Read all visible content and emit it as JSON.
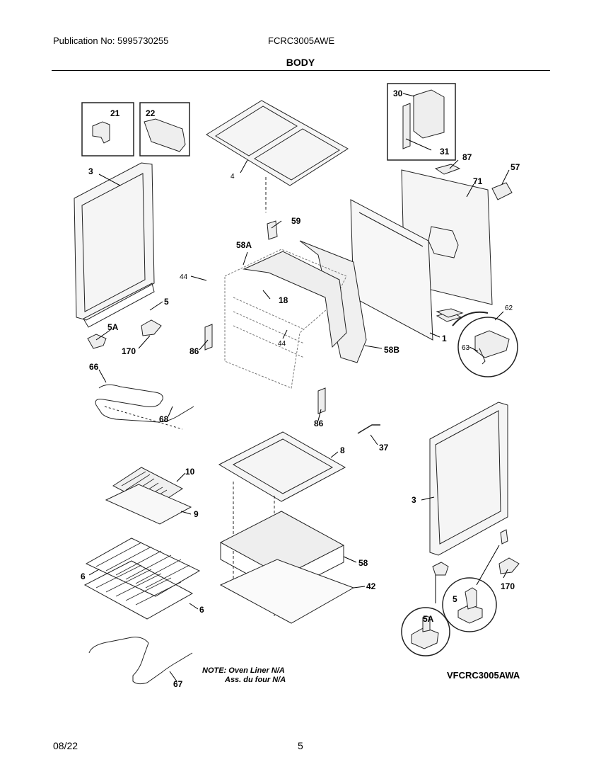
{
  "header": {
    "publication": "Publication No: 5995730255",
    "model": "FCRC3005AWE",
    "section_title": "BODY"
  },
  "callouts": {
    "c21": "21",
    "c22": "22",
    "c30": "30",
    "c31": "31",
    "c3_left": "3",
    "c4": "4",
    "c87": "87",
    "c57": "57",
    "c71": "71",
    "c59": "59",
    "c58a": "58A",
    "c44_a": "44",
    "c44_b": "44",
    "c18": "18",
    "c5_left": "5",
    "c5a_left": "5A",
    "c170_left": "170",
    "c86_a": "86",
    "c86_b": "86",
    "c58b": "58B",
    "c1": "1",
    "c62": "62",
    "c63": "63",
    "c66": "66",
    "c68": "68",
    "c37": "37",
    "c8": "8",
    "c10": "10",
    "c9": "9",
    "c3_right": "3",
    "c6_a": "6",
    "c6_b": "6",
    "c58": "58",
    "c42": "42",
    "c5_right": "5",
    "c170_right": "170",
    "c5a_right": "5A",
    "c67": "67"
  },
  "note": {
    "line1": "NOTE: Oven Liner N/A",
    "line2": "Ass. du four N/A"
  },
  "diagram_code": "VFCRC3005AWA",
  "footer": {
    "date": "08/22",
    "page": "5"
  }
}
